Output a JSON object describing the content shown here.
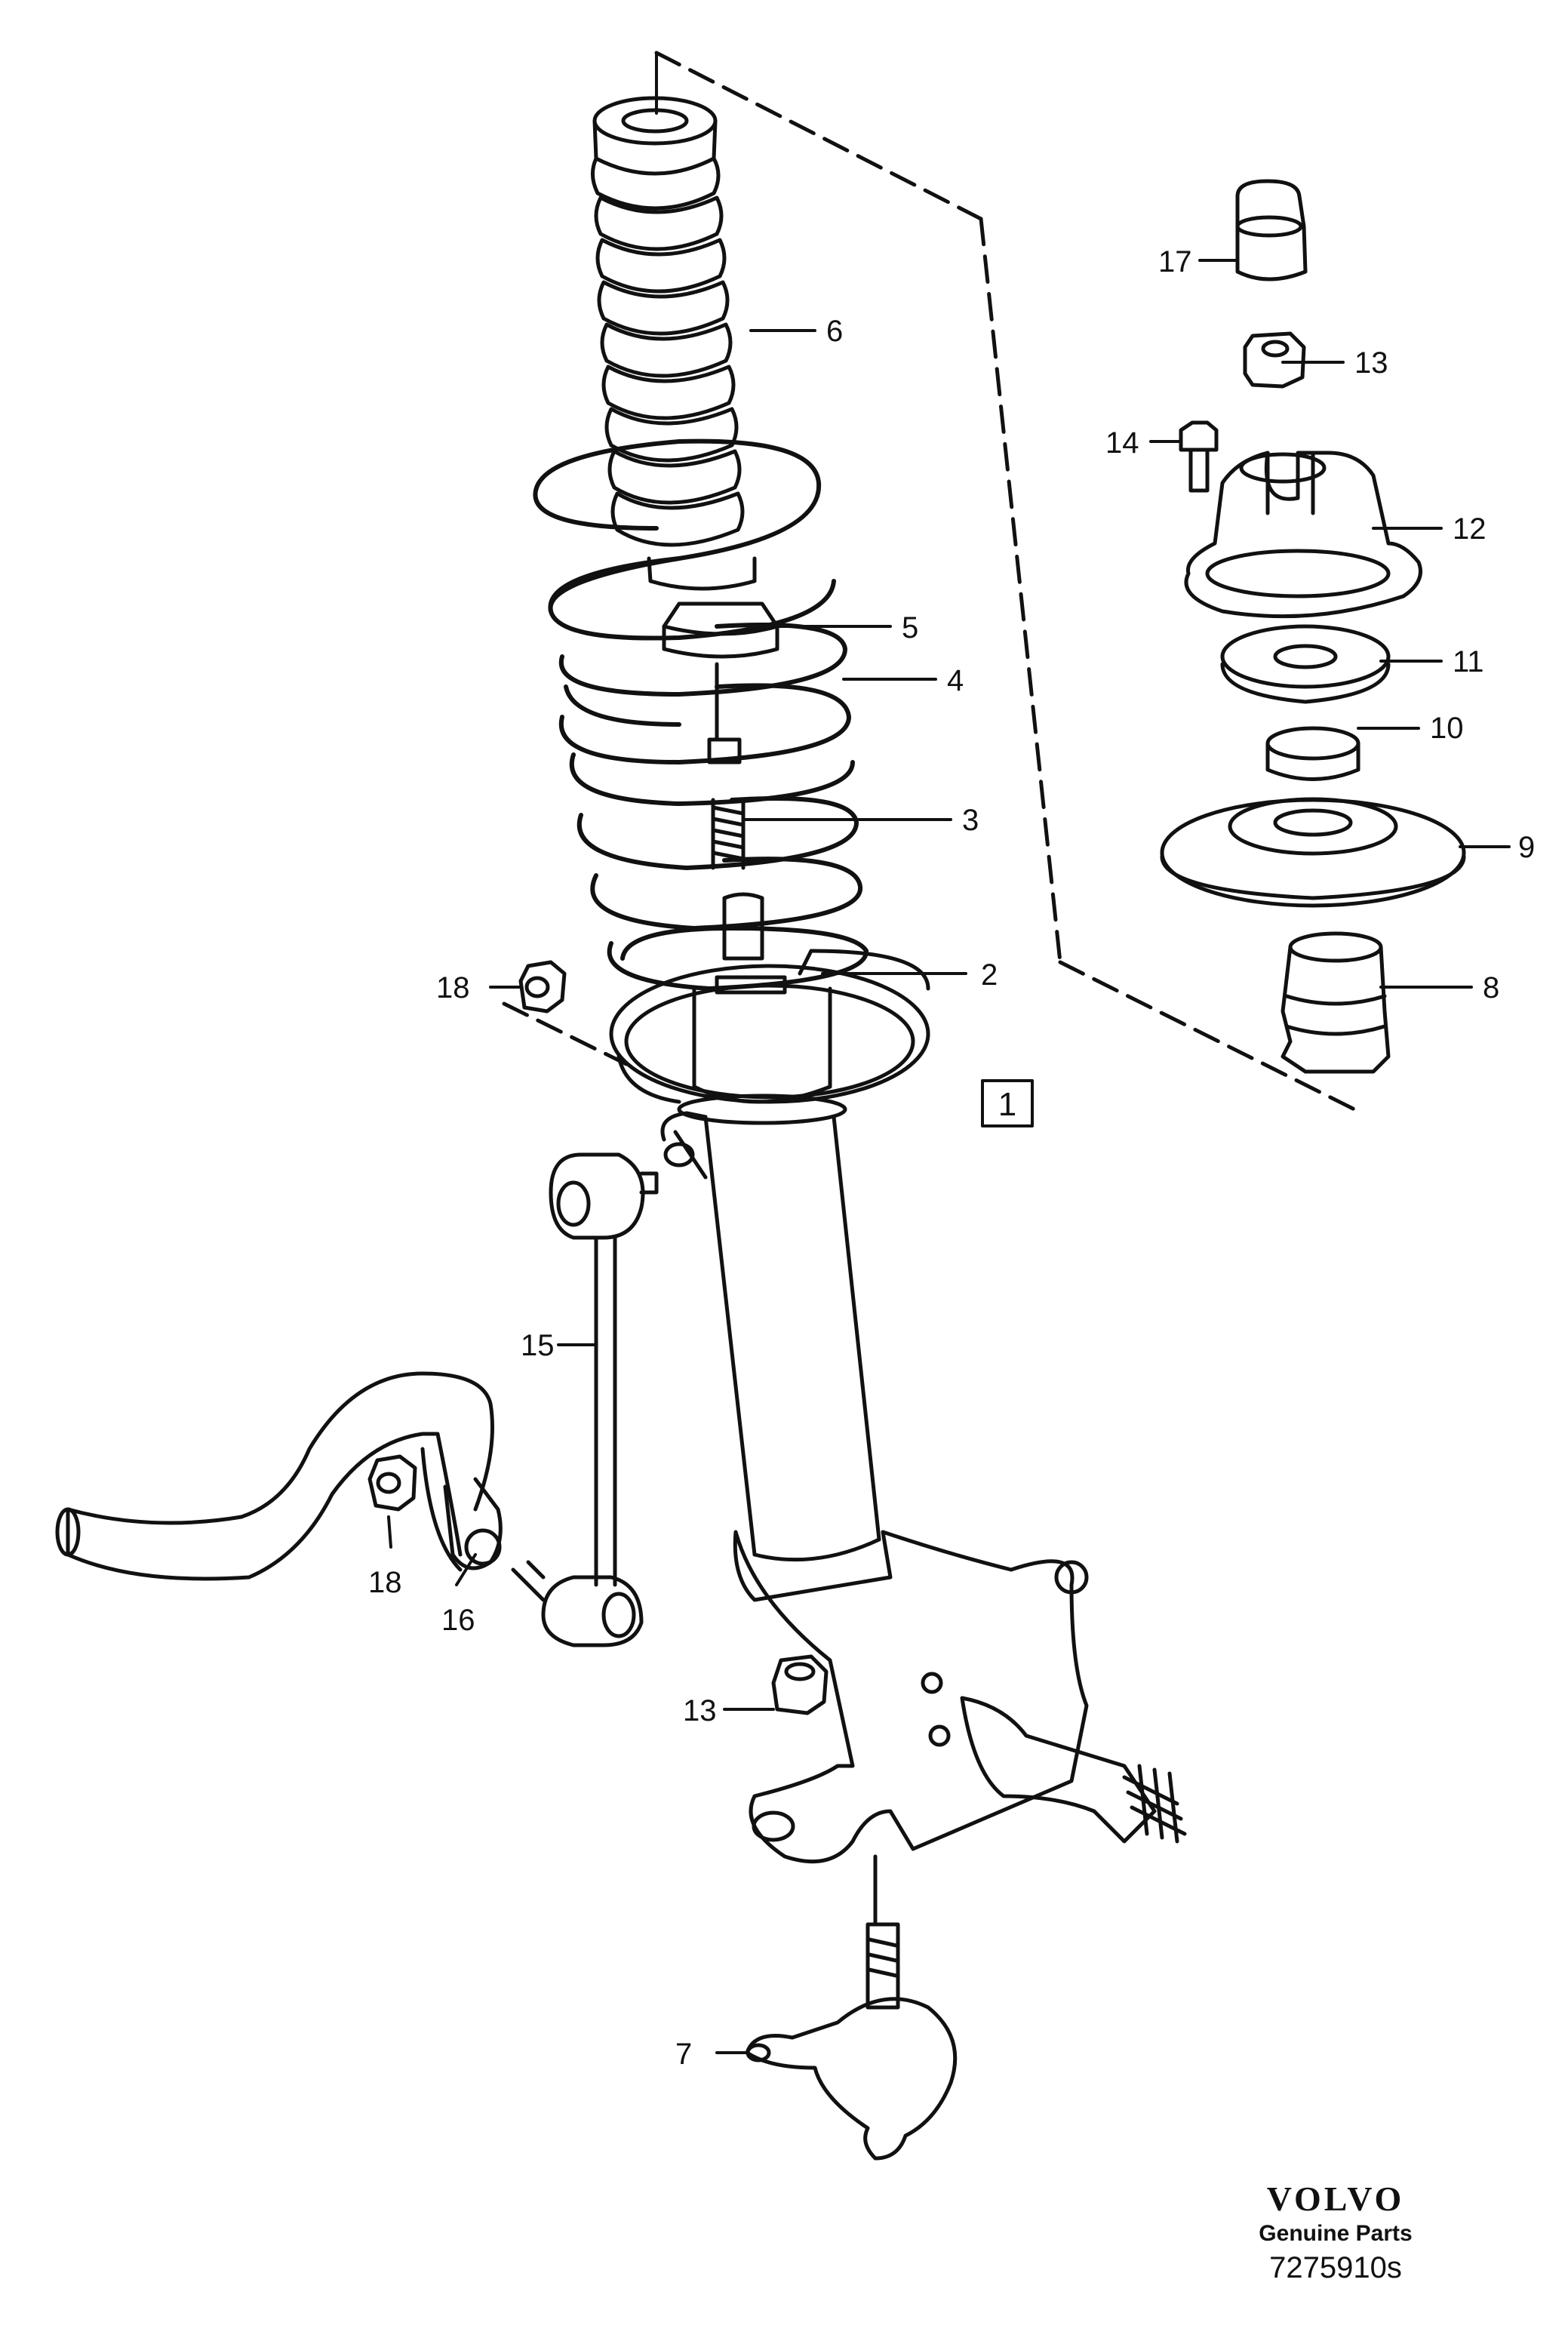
{
  "diagram": {
    "group_box_label": "1",
    "labels": [
      "1",
      "2",
      "3",
      "4",
      "5",
      "6",
      "7",
      "8",
      "9",
      "10",
      "11",
      "12",
      "13",
      "13",
      "14",
      "15",
      "16",
      "17",
      "18",
      "18"
    ]
  },
  "parts": [
    {
      "id": "coil-spring",
      "number": "4"
    },
    {
      "id": "bump-stop-boot",
      "number": "6"
    },
    {
      "id": "spring-seat-upper",
      "number": "5"
    },
    {
      "id": "piston-rod",
      "number": "3"
    },
    {
      "id": "spring-seat-lower",
      "number": "2"
    },
    {
      "id": "strut-mount",
      "number": "12"
    },
    {
      "id": "mount-plate",
      "number": "11"
    },
    {
      "id": "bearing",
      "number": "10"
    },
    {
      "id": "upper-spring-plate",
      "number": "9"
    },
    {
      "id": "bump-rubber",
      "number": "8"
    },
    {
      "id": "bolt",
      "number": "14"
    },
    {
      "id": "nut-top",
      "number": "13"
    },
    {
      "id": "cap",
      "number": "17"
    },
    {
      "id": "nut-link",
      "number": "18"
    },
    {
      "id": "stabilizer-link",
      "number": "15"
    },
    {
      "id": "stabilizer-bracket",
      "number": "16"
    },
    {
      "id": "nut-steering",
      "number": "13"
    },
    {
      "id": "ball-joint",
      "number": "7"
    },
    {
      "id": "nut-bar",
      "number": "18"
    }
  ],
  "brand": {
    "logo": "VOLVO",
    "subtitle": "Genuine Parts",
    "code": "7275910s"
  },
  "colors": {
    "ink": "#111111",
    "paper": "#ffffff"
  }
}
